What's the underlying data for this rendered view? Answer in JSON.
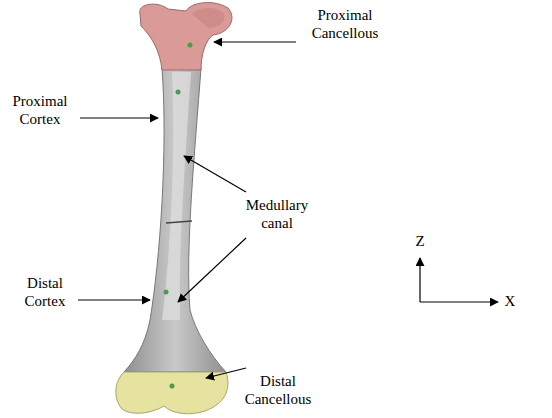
{
  "diagram": {
    "labels": [
      "Proximal Cancellous",
      "Proximal Cortex",
      "Medullary canal",
      "Distal Cortex",
      "Distal Cancellous",
      "Z",
      "X"
    ]
  }
}
